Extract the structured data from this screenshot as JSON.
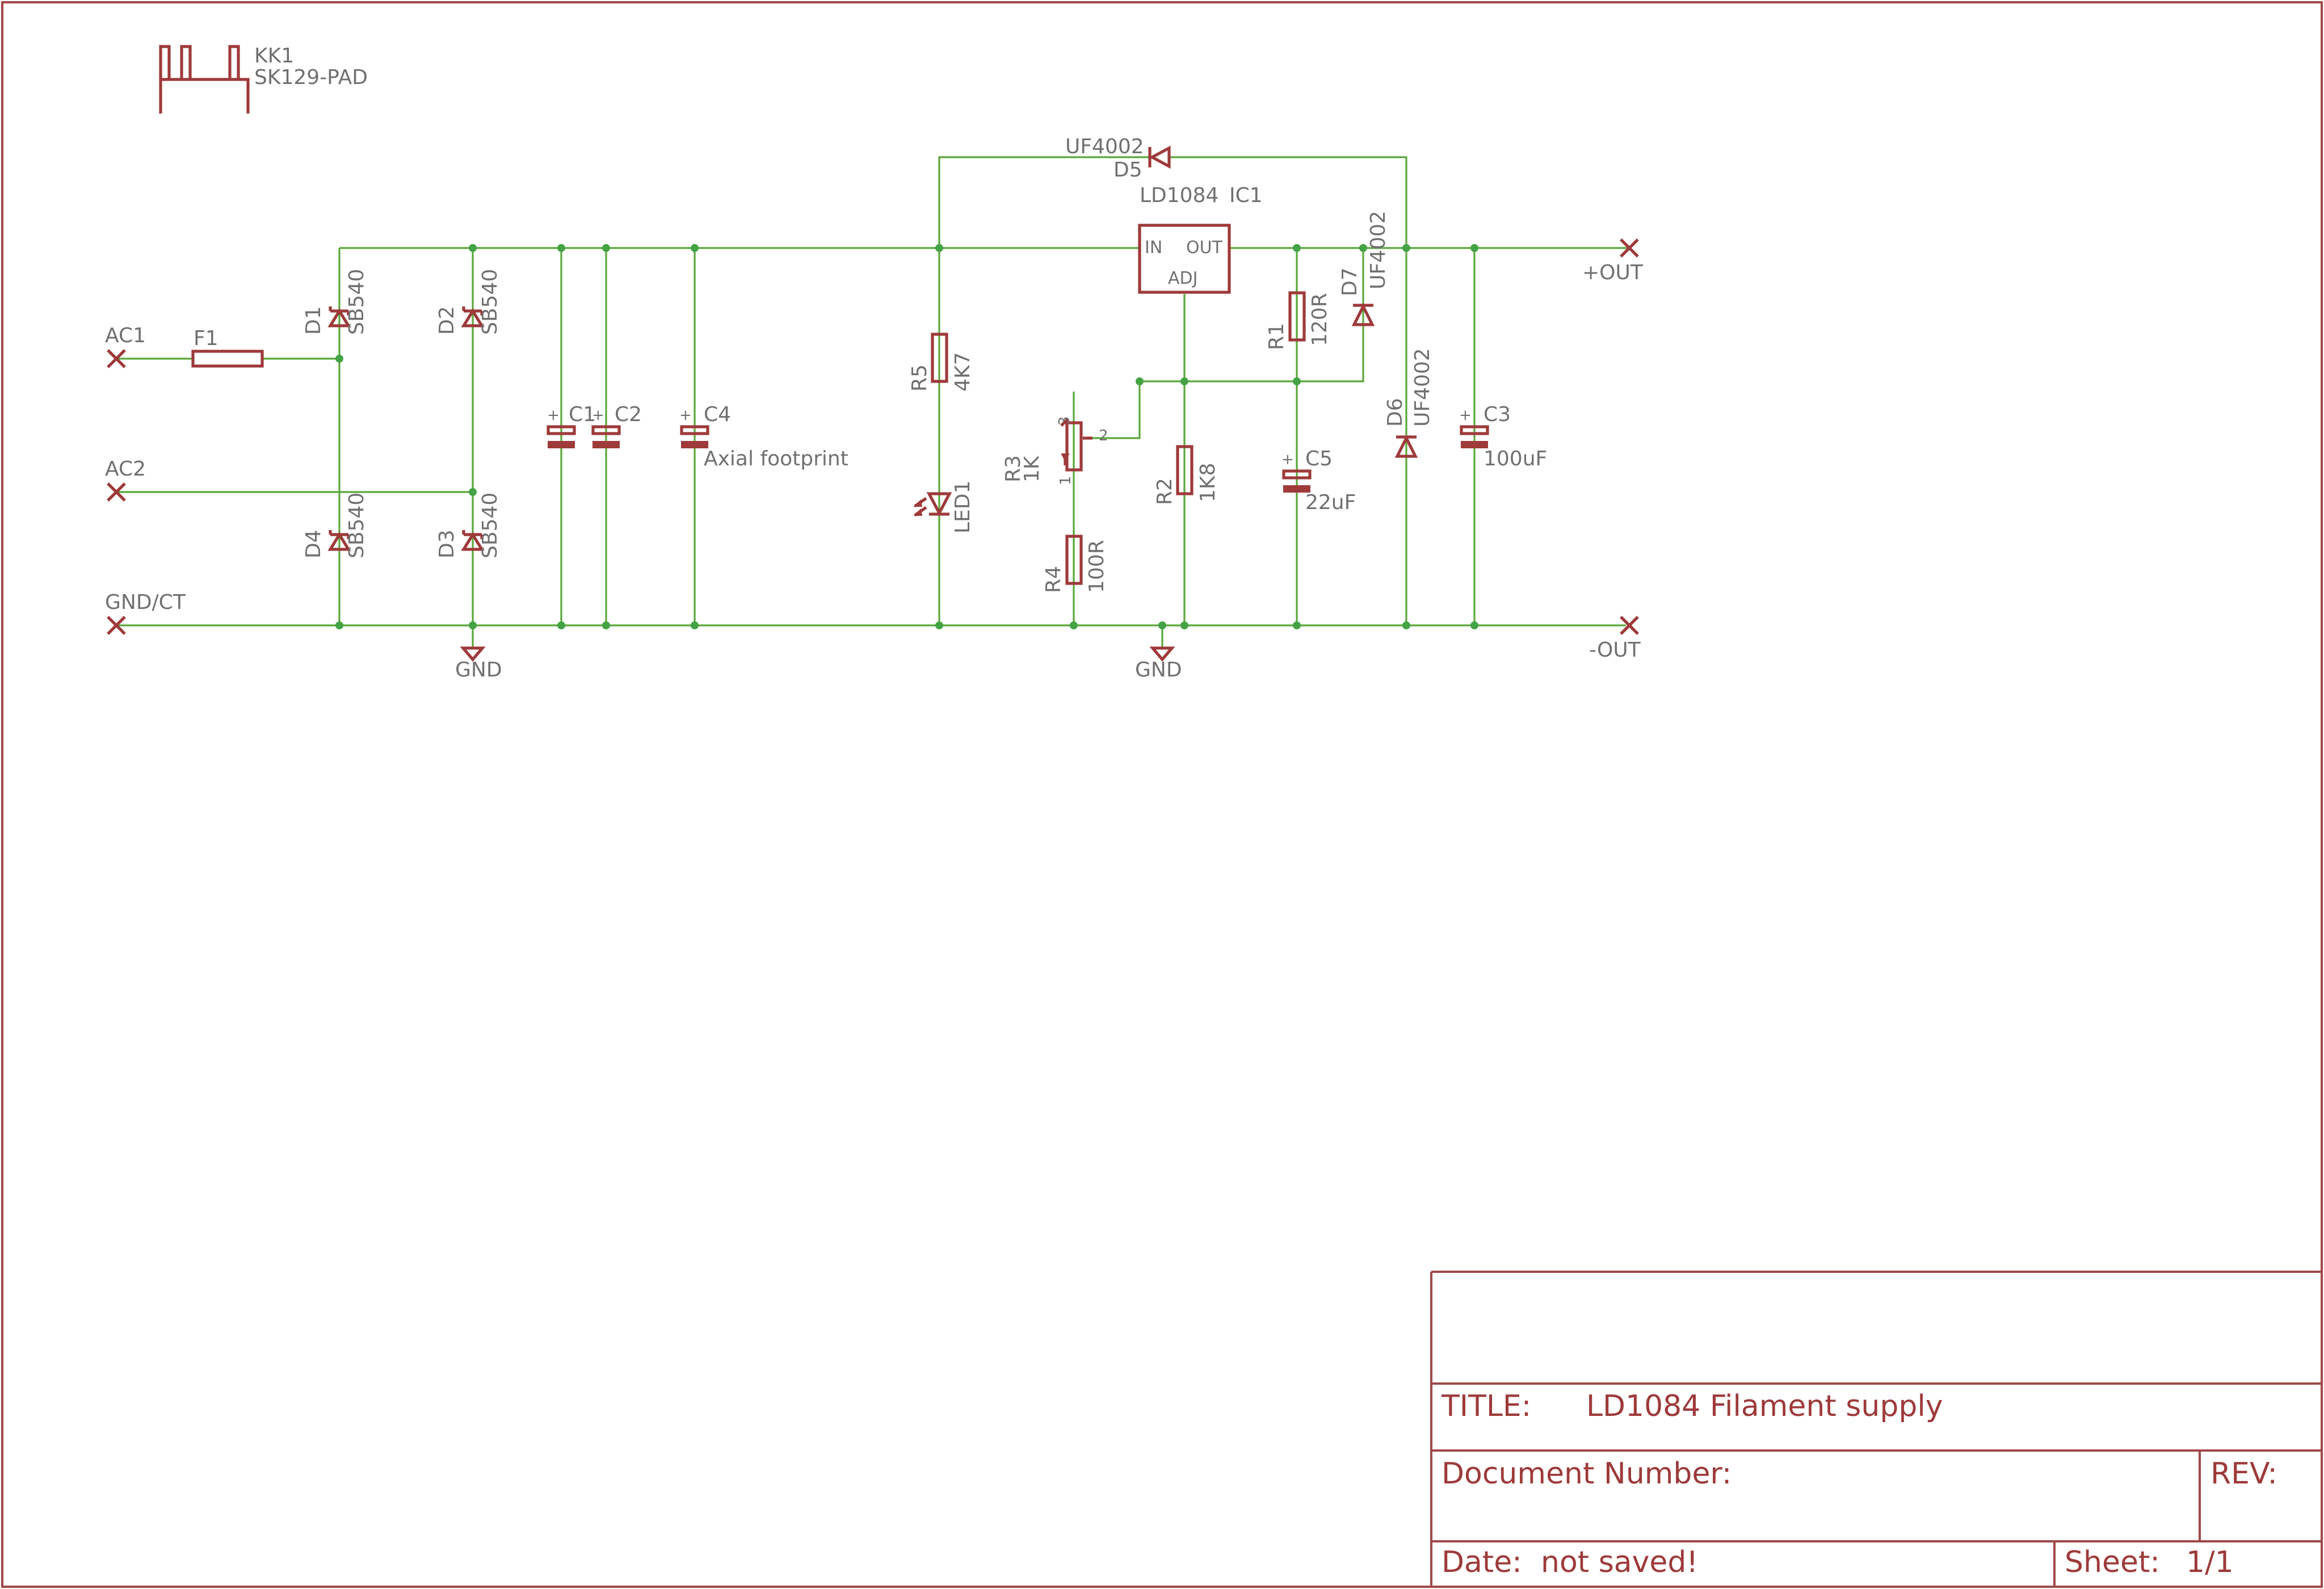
{
  "heatsink": {
    "name": "KK1",
    "value": "SK129-PAD"
  },
  "nets": {
    "ac1": "AC1",
    "ac2": "AC2",
    "gndct": "GND/CT",
    "plus_out": "+OUT",
    "minus_out": "-OUT",
    "gnd": "GND"
  },
  "components": {
    "f1": "F1",
    "d1": {
      "name": "D1",
      "value": "SB540"
    },
    "d2": {
      "name": "D2",
      "value": "SB540"
    },
    "d3": {
      "name": "D3",
      "value": "SB540"
    },
    "d4": {
      "name": "D4",
      "value": "SB540"
    },
    "c1": "C1",
    "c2": "C2",
    "c4": {
      "name": "C4",
      "value": "Axial footprint"
    },
    "r5": {
      "name": "R5",
      "value": "4K7"
    },
    "led1": "LED1",
    "d5": {
      "name": "D5",
      "value": "UF4002"
    },
    "ic1": {
      "name": "IC1",
      "value": "LD1084",
      "pin_in": "IN",
      "pin_out": "OUT",
      "pin_adj": "ADJ"
    },
    "r3": {
      "name": "R3",
      "value": "1K",
      "pin1": "1",
      "pin2": "2",
      "pin3": "3"
    },
    "r4": {
      "name": "R4",
      "value": "100R"
    },
    "r2": {
      "name": "R2",
      "value": "1K8"
    },
    "r1": {
      "name": "R1",
      "value": "120R"
    },
    "c5": {
      "name": "C5",
      "value": "22uF"
    },
    "d7": {
      "name": "D7",
      "value": "UF4002"
    },
    "d6": {
      "name": "D6",
      "value": "UF4002"
    },
    "c3": {
      "name": "C3",
      "value": "100uF"
    },
    "plus_mark": "+"
  },
  "title_block": {
    "title_label": "TITLE:",
    "title": "LD1084 Filament supply",
    "docnum_label": "Document Number:",
    "rev_label": "REV:",
    "date_label": "Date:",
    "date_value": "not saved!",
    "sheet_label": "Sheet:",
    "sheet_value": "1/1"
  }
}
